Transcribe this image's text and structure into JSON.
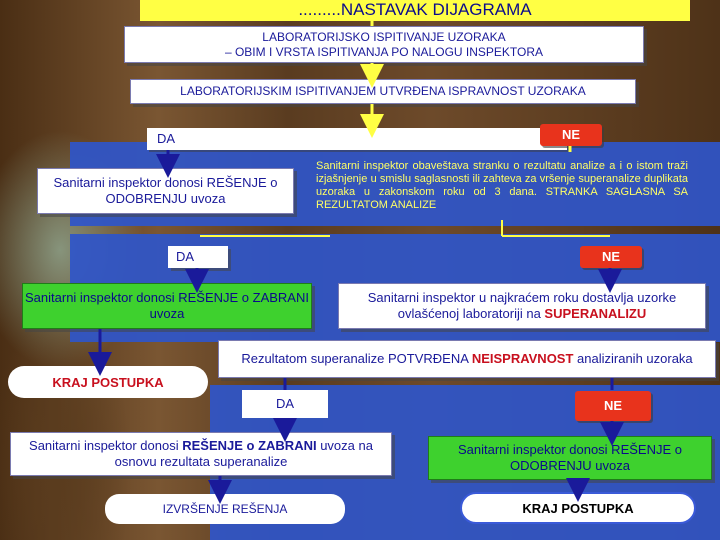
{
  "title": ".........NASTAVAK DIJAGRAMA",
  "box1": {
    "line1": "LABORATORIJSKO ISPITIVANJE UZORAKA",
    "line2": "– OBIM I VRSTA ISPITIVANJA PO NALOGU INSPEKTORA"
  },
  "box2": "LABORATORIJSKIM ISPITIVANJEM UTVRĐENA ISPRAVNOST UZORAKA",
  "branch1": {
    "da": "DA",
    "ne": "NE"
  },
  "box3_left": "Sanitarni inspektor donosi REŠENJE o ODOBRENJU uvoza",
  "box3_right": "Sanitarni inspektor obaveštava stranku o rezultatu analize a i o istom traži izjašnjenje u smislu saglasnosti ili zahteva za vršenje superanalize duplikata uzoraka u zakonskom roku od 3 dana. STRANKA SAGLASNA SA REZULTATOM ANALIZE",
  "branch2": {
    "da": "DA",
    "ne": "NE"
  },
  "box4_left": "Sanitarni inspektor donosi REŠENJE o ZABRANI uvoza",
  "box4_right": {
    "prefix": "Sanitarni inspektor u najkraćem roku dostavlja uzorke ovlašćenoj laboratoriji na ",
    "highlight": "SUPERANALIZU"
  },
  "box5": {
    "prefix": "Rezultatom superanalize POTVRĐENA ",
    "highlight": "NEISPRAVNOST",
    "suffix": " analiziranih uzoraka"
  },
  "kraj1": "KRAJ POSTUPKA",
  "branch3": {
    "da": "DA",
    "ne": "NE"
  },
  "box6_left": {
    "prefix": "Sanitarni inspektor donosi ",
    "highlight": "REŠENJE o ZABRANI",
    "suffix": " uvoza na osnovu rezultata superanalize"
  },
  "box6_right": "Sanitarni inspektor donosi REŠENJE o ODOBRENJU uvoza",
  "izvrsenje": "IZVRŠENJE REŠENJA",
  "kraj2": "KRAJ POSTUPKA",
  "colors": {
    "blue": "#2f55c8",
    "green": "#3ed12e",
    "yellow": "#ffff44",
    "red": "#e8331c",
    "text": "#1a1a9a"
  }
}
